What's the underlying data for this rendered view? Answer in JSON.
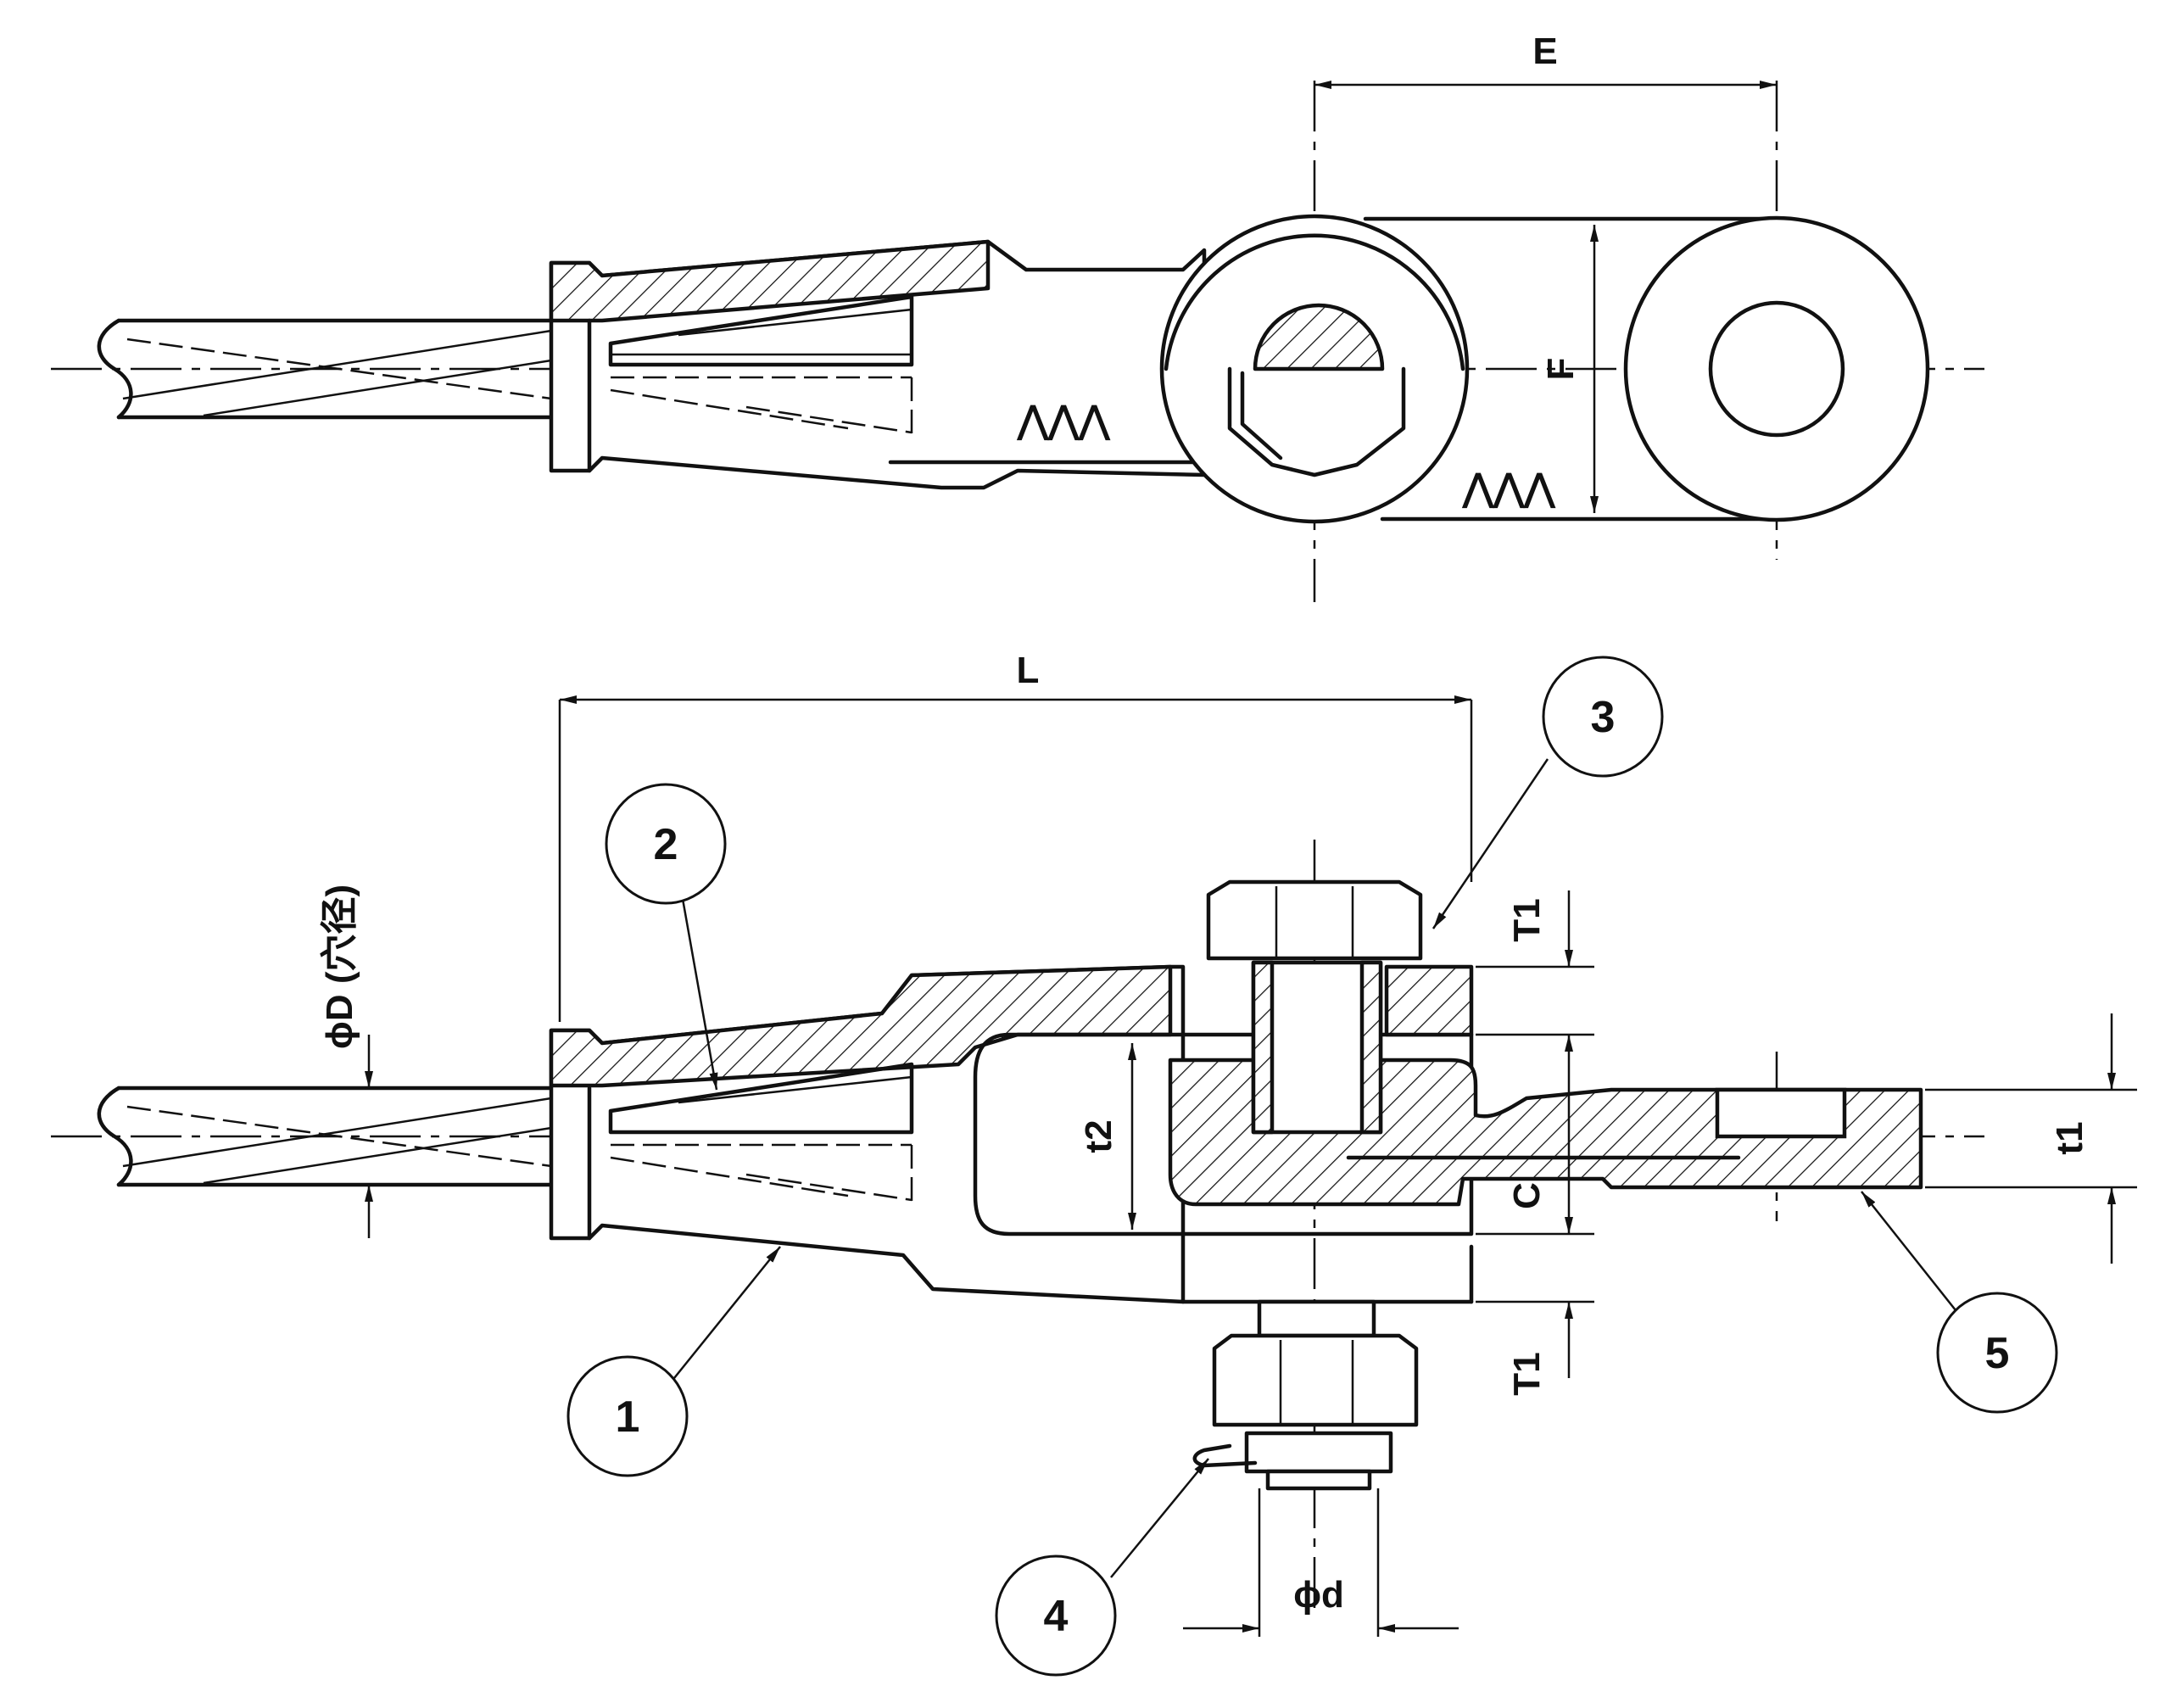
{
  "dimensions": {
    "E": "E",
    "F": "F",
    "L": "L",
    "T1_top": "T1",
    "T1_bottom": "T1",
    "t2": "t2",
    "C": "C",
    "t1": "t1",
    "phiD": "ϕD (穴径)",
    "phid": "ϕd"
  },
  "balloons": [
    "1",
    "2",
    "3",
    "4",
    "5"
  ]
}
